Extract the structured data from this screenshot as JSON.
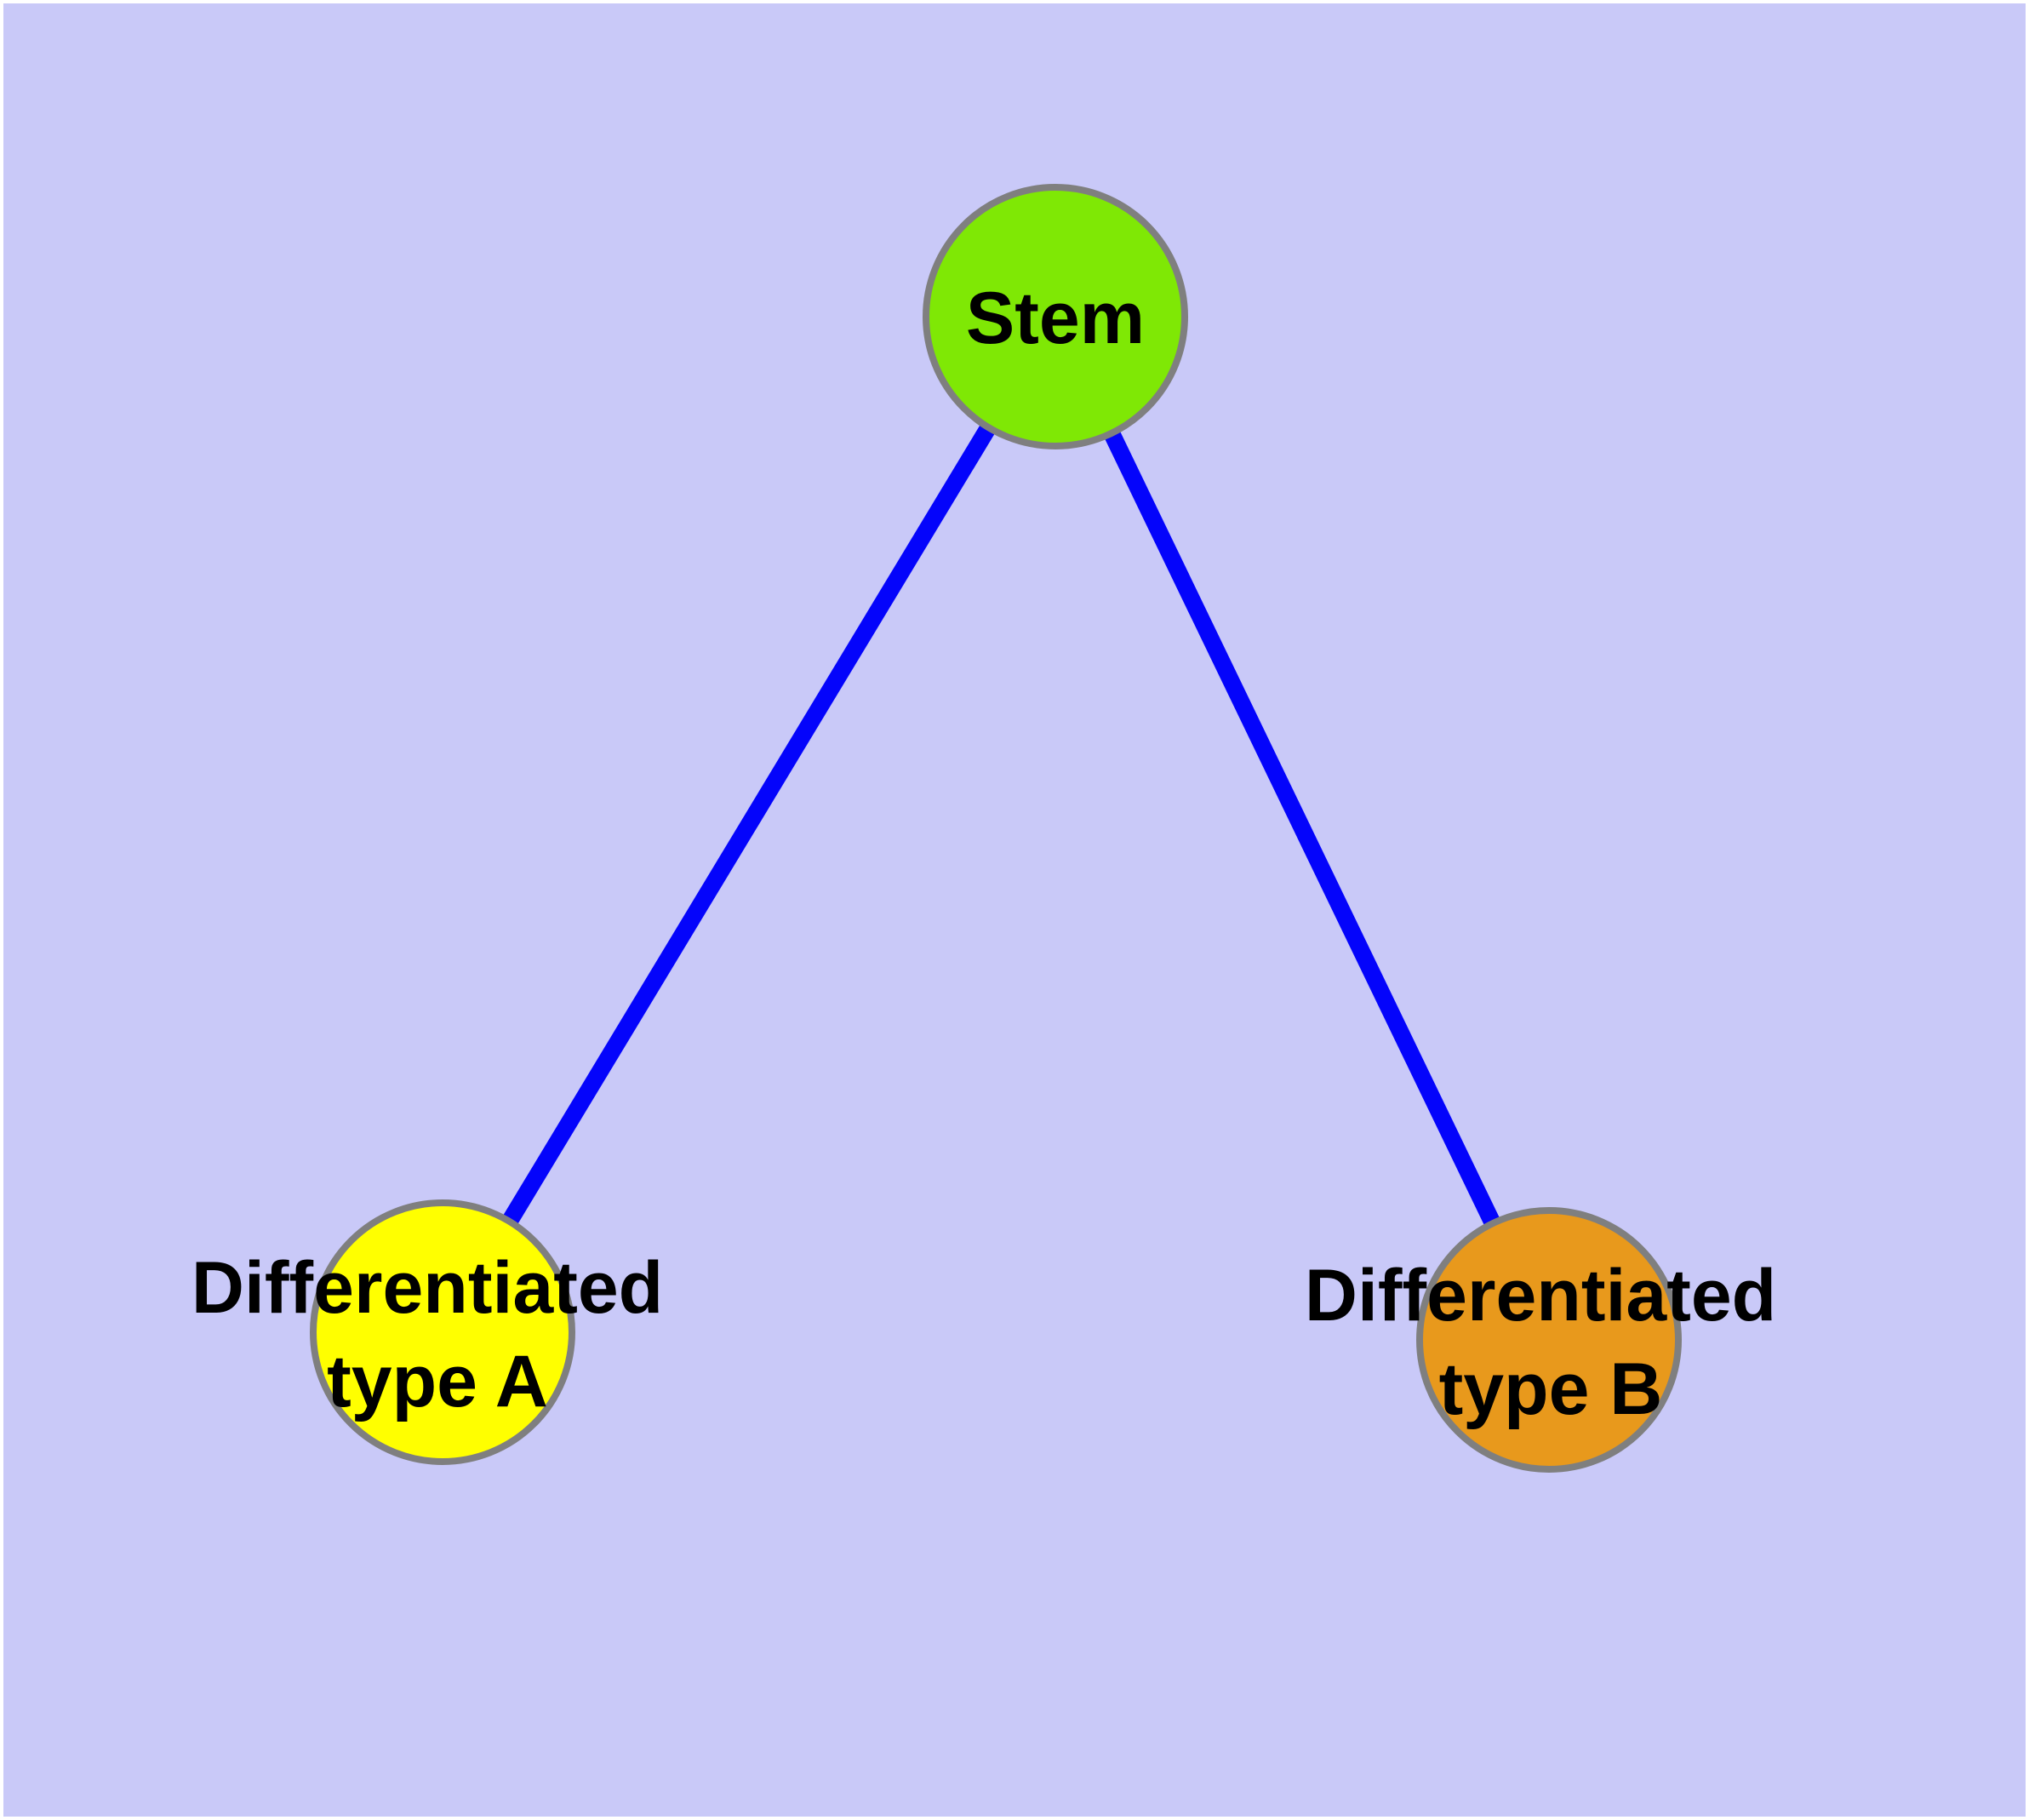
{
  "diagram": {
    "type": "node-link-graph",
    "background_color": "#C9C9F8",
    "frame_color": "#FFFFFF",
    "edge_color": "#0404FB",
    "node_border_color": "#7F7F7F",
    "label_color": "#000000",
    "nodes": [
      {
        "id": "stem",
        "label": "Stem",
        "fill": "#7FE805"
      },
      {
        "id": "differentiated-type-a",
        "label": "Differentiated type A",
        "label_line1": "Differentiated",
        "label_line2": "type A",
        "fill": "#FFFF00"
      },
      {
        "id": "differentiated-type-b",
        "label": "Differentiated type B",
        "label_line1": "Differentiated",
        "label_line2": "type B",
        "fill": "#E8991C"
      }
    ],
    "edges": [
      {
        "source": "Stem",
        "target": "Differentiated type A"
      },
      {
        "source": "Stem",
        "target": "Differentiated type B"
      }
    ]
  }
}
